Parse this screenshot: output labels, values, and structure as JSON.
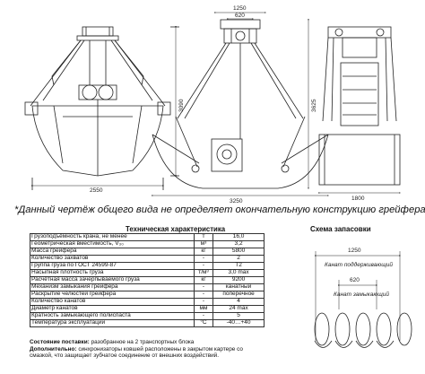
{
  "dimensions": {
    "front_width": "2550",
    "front_height": "3090",
    "side_top_outer": "1250",
    "side_top_inner": "620",
    "side_height": "3625",
    "side_bottom": "3250",
    "right_width": "1800"
  },
  "note": "*Данный чертёж общего вида не определяет окончательную конструкцию грейфера.",
  "spec": {
    "title": "Техническая характеристика",
    "rows": [
      {
        "param": "Грузоподъёмность крана, не менее",
        "unit": "т",
        "value": "16,0"
      },
      {
        "param": "Геометрическая вместимость, V₃₀",
        "unit": "м³",
        "value": "3,2"
      },
      {
        "param": "Масса грейфера",
        "unit": "кг",
        "value": "5800"
      },
      {
        "param": "Количество захватов",
        "unit": "-",
        "value": "2"
      },
      {
        "param": "Группа груза по ГОСТ 24599-87",
        "unit": "-",
        "value": "Т2"
      },
      {
        "param": "Насыпная плотность груза",
        "unit": "т/м³",
        "value": "3,0 max"
      },
      {
        "param": "Расчётная масса зачерпываемого груза",
        "unit": "кг",
        "value": "9200"
      },
      {
        "param": "Механизм замыкания грейфера",
        "unit": "-",
        "value": "канатный"
      },
      {
        "param": "Раскрытие челюстей грейфера",
        "unit": "-",
        "value": "поперечное"
      },
      {
        "param": "Количество канатов",
        "unit": "-",
        "value": "4"
      },
      {
        "param": "Диаметр канатов",
        "unit": "мм",
        "value": "24 max"
      },
      {
        "param": "Кратность замыкающего полиспаста",
        "unit": "-",
        "value": "5"
      },
      {
        "param": "Температура эксплуатации",
        "unit": "°С",
        "value": "-40…+40"
      }
    ]
  },
  "supply": {
    "label": "Состояние поставки:",
    "text": " разобранное на 2 транспортных блока",
    "extra_label": "Дополнительно:",
    "extra_text": " синхронизаторы ковшей расположены в закрытом картере со смазкой, что защищает зубчатое соединение от внешних воздействий."
  },
  "scheme": {
    "title": "Схема запасовки",
    "dim_outer": "1250",
    "dim_inner": "620",
    "rope_holding": "Канат поддерживающий",
    "rope_closing": "Канат замыкающий"
  },
  "colors": {
    "line": "#222222",
    "background": "#ffffff"
  }
}
